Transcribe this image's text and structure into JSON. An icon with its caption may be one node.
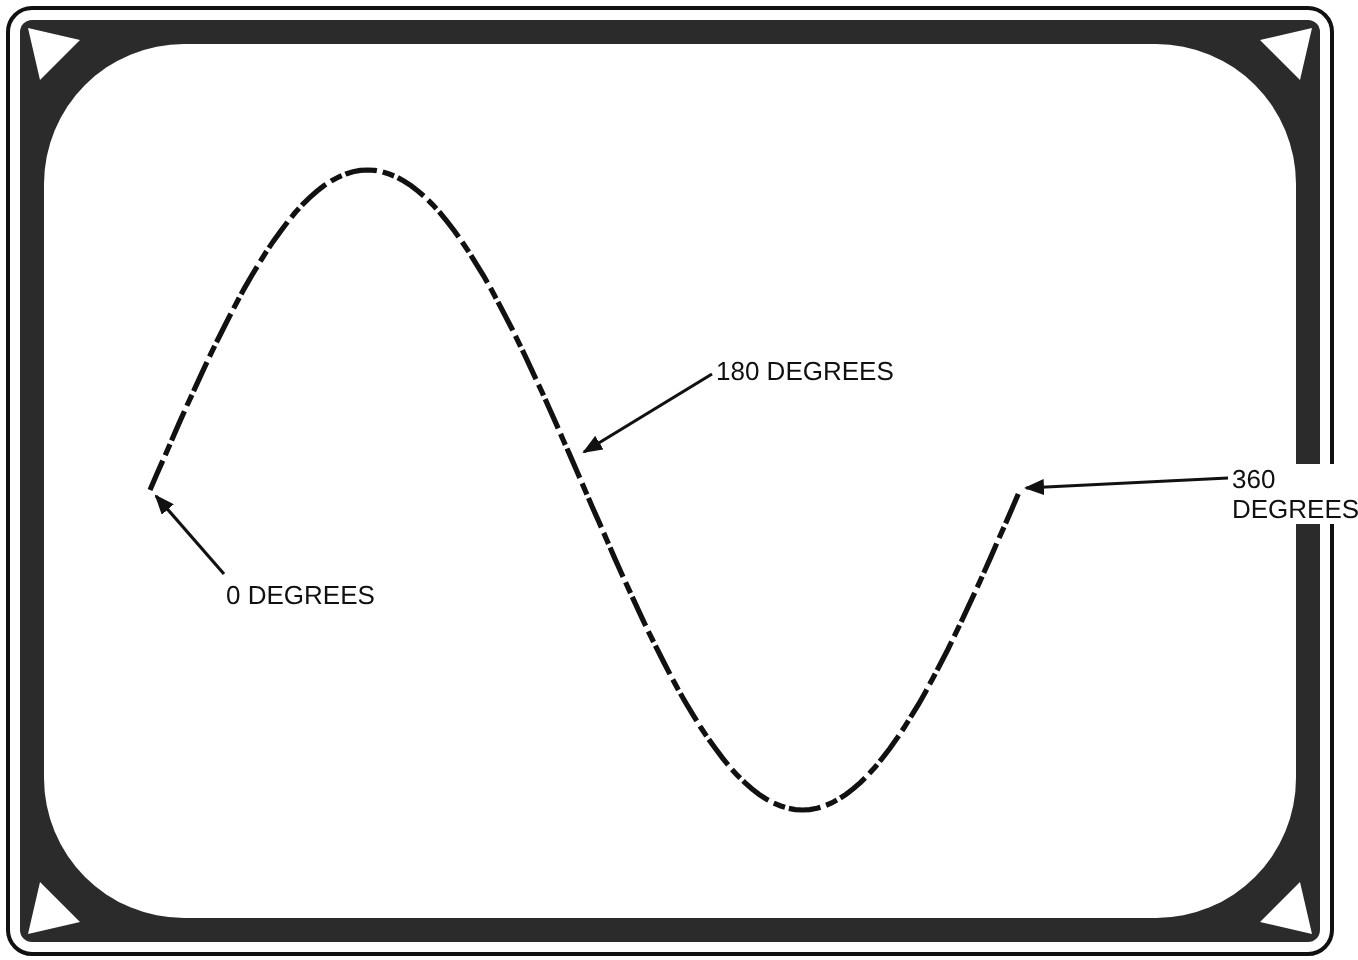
{
  "diagram": {
    "nodes": [
      {
        "text": [
          "0 DEGREES"
        ]
      },
      {
        "text": [
          "180 DEGREES"
        ]
      },
      {
        "text": [
          "360 DEGREES"
        ]
      }
    ],
    "edges": [
      {
        "from": 0,
        "to": null,
        "arrow": "to"
      },
      {
        "from": 1,
        "to": null,
        "arrow": "to"
      },
      {
        "from": 2,
        "to": null,
        "arrow": "to"
      }
    ]
  }
}
